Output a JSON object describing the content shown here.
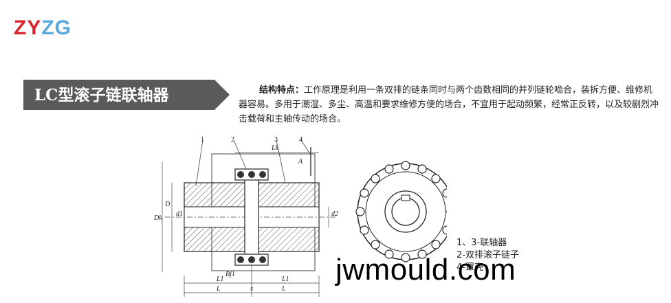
{
  "brand": {
    "logo_part1": "ZY",
    "logo_part2": "ZG"
  },
  "banner": {
    "title": "LC型滚子链联轴器"
  },
  "description": {
    "lead": "结构特点：",
    "body": "工作原理是利用一条双排的链条同时与两个齿数相同的并列链轮啮合，装拆方便、维修机器容易。多用于潮湿、多尘、高温和要求维修方便的场合，不宜用于起动频繁，经常正反转，以及较剧烈冲击载荷和主轴传动的场合。"
  },
  "diagram": {
    "part_numbers": [
      "1",
      "2",
      "3",
      "4"
    ],
    "dims": {
      "lk": "Lk",
      "a": "A",
      "dk": "Dk",
      "d_big": "D",
      "d1": "d1",
      "d2": "d2",
      "bf1": "Bf1",
      "l1_left": "L1",
      "l1_right": "L1",
      "s": "s",
      "l_left": "L",
      "l_right": "L"
    }
  },
  "legend": {
    "items": [
      "1、3-联轴器",
      "2-双排滚子链子",
      "4-罩壳"
    ]
  },
  "watermark": "jwmould.com",
  "colors": {
    "logo_red": "#d8262e",
    "logo_blue": "#5aa9dc",
    "banner_bg": "#5a5a5a"
  }
}
